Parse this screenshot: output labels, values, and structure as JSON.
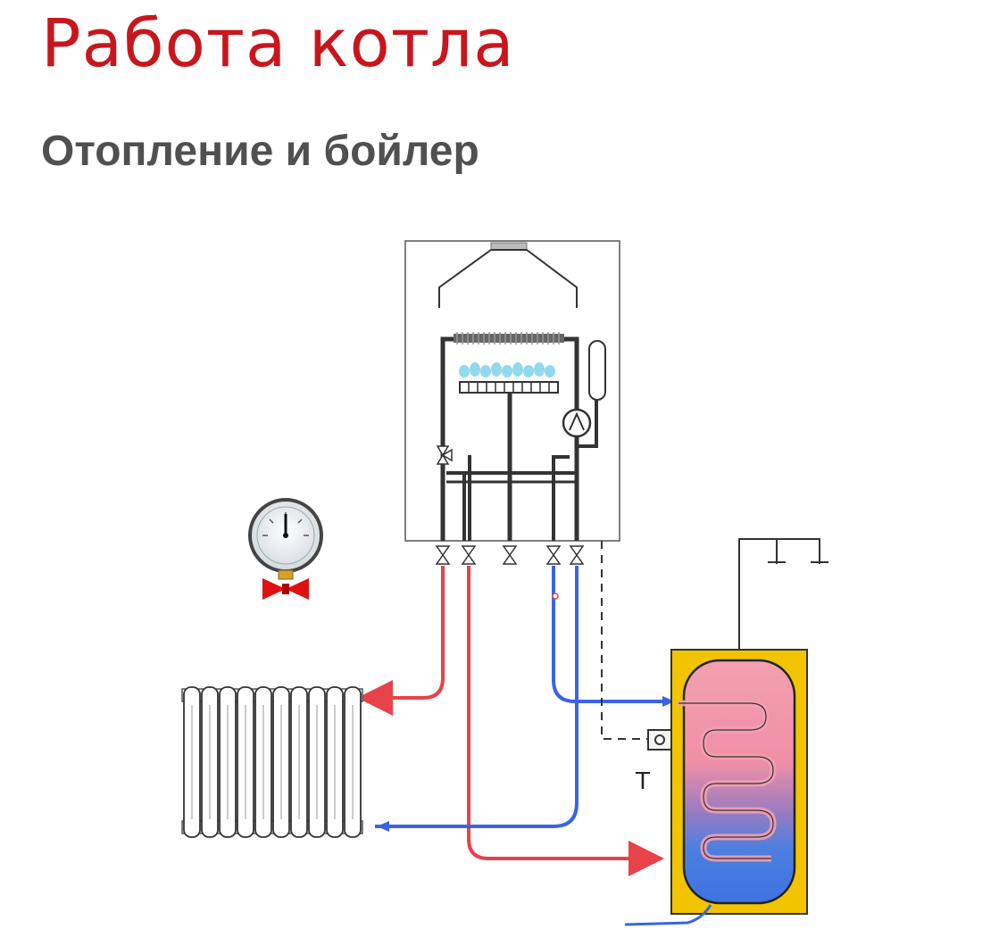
{
  "slide": {
    "title": "Работа котла",
    "subtitle": "Отопление и бойлер"
  },
  "diagram": {
    "sensor_label": "T",
    "colors": {
      "hot_line": "#e8424b",
      "cold_line": "#3a63e6",
      "title": "#c8161d",
      "subtitle": "#505050",
      "valve": "#e01010",
      "tank_shell": "#f2c400"
    },
    "icons": [
      "boiler-unit",
      "burner",
      "circulation-pump",
      "expansion-tank",
      "three-way-valve",
      "pressure-gauge",
      "radiator",
      "water-heater-tank",
      "temperature-sensor"
    ]
  }
}
